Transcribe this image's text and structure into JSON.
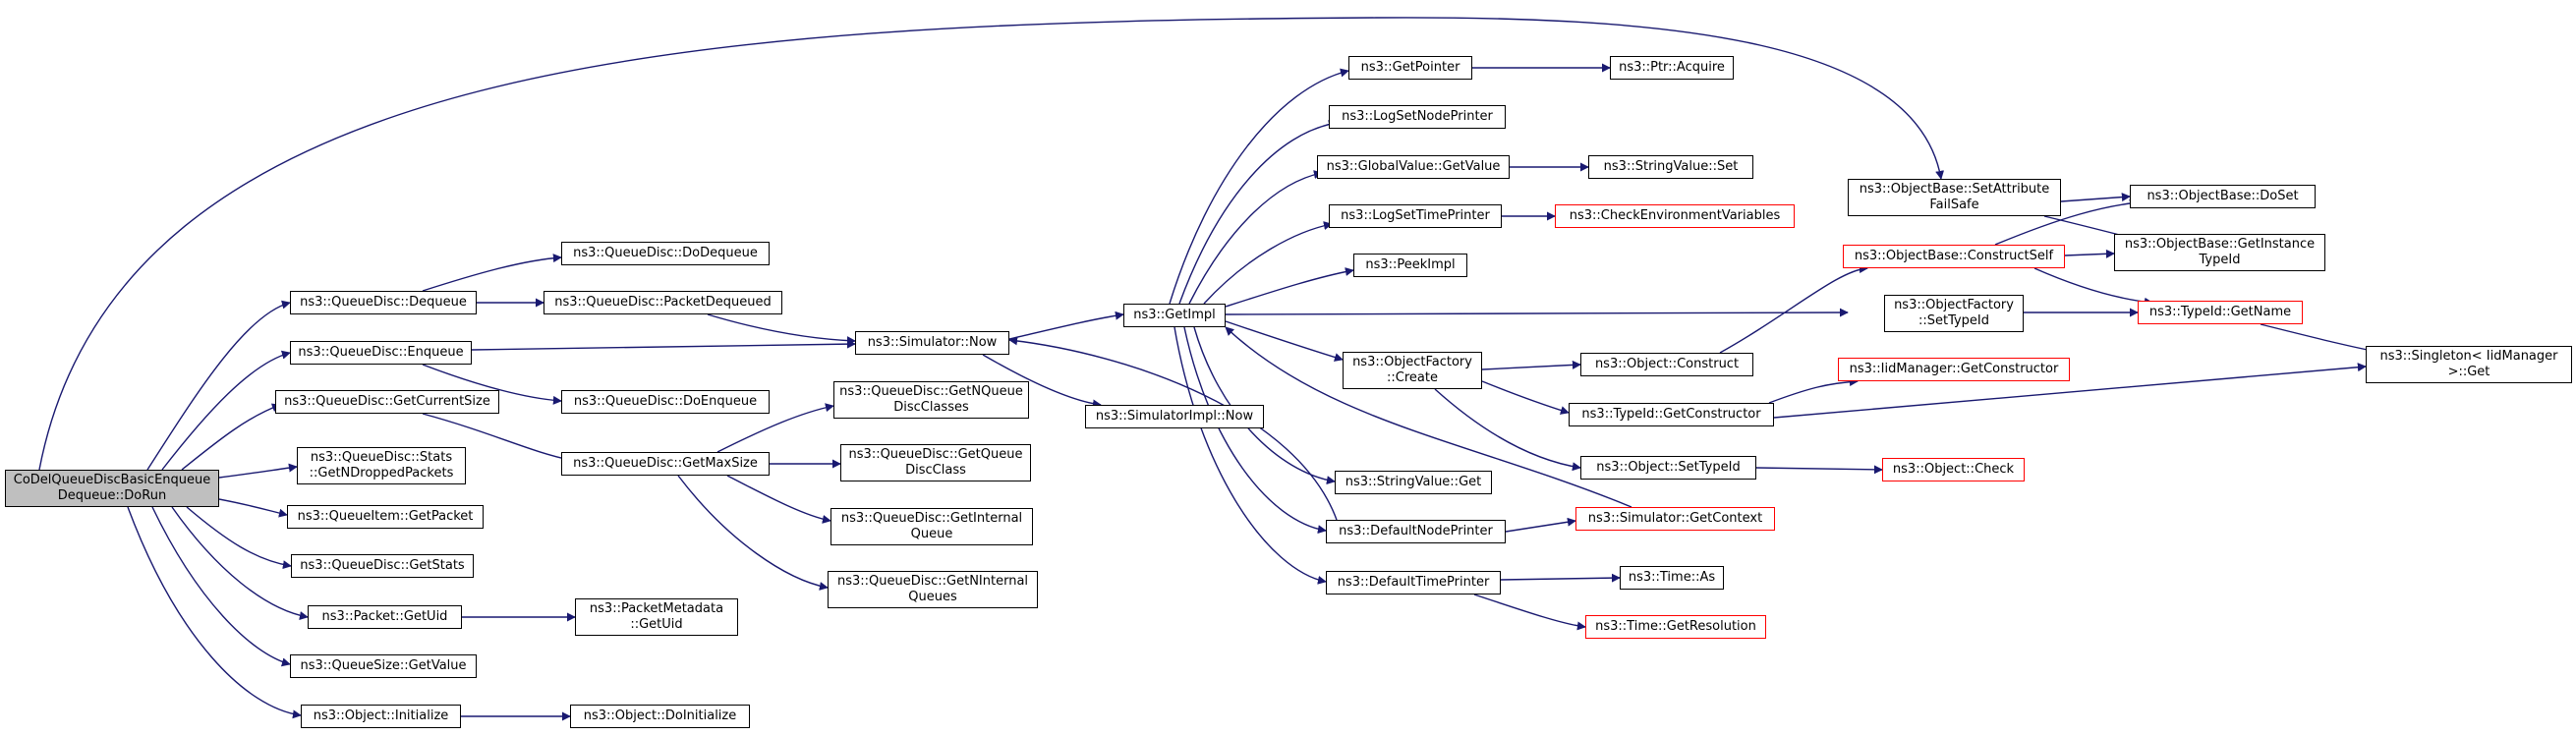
{
  "colors": {
    "edge": "#191970",
    "border": "#000000",
    "truncated_border": "#ff0000",
    "root_fill": "#bfbfbf"
  },
  "nodes": {
    "root": "CoDelQueueDiscBasicEnqueue\nDequeue::DoRun",
    "qd_dequeue": "ns3::QueueDisc::Dequeue",
    "qd_enqueue": "ns3::QueueDisc::Enqueue",
    "qd_getcurrentsize": "ns3::QueueDisc::GetCurrentSize",
    "qd_stats": "ns3::QueueDisc::Stats\n::GetNDroppedPackets",
    "qi_getpacket": "ns3::QueueItem::GetPacket",
    "qd_getstats": "ns3::QueueDisc::GetStats",
    "packet_getuid": "ns3::Packet::GetUid",
    "qs_getvalue": "ns3::QueueSize::GetValue",
    "object_initialize": "ns3::Object::Initialize",
    "qd_dodequeue": "ns3::QueueDisc::DoDequeue",
    "qd_packetdequeued": "ns3::QueueDisc::PacketDequeued",
    "qd_doenqueue": "ns3::QueueDisc::DoEnqueue",
    "qd_getmaxsize": "ns3::QueueDisc::GetMaxSize",
    "pm_getuid": "ns3::PacketMetadata\n::GetUid",
    "object_doinitialize": "ns3::Object::DoInitialize",
    "sim_now": "ns3::Simulator::Now",
    "simimpl_now": "ns3::SimulatorImpl::Now",
    "qd_getnqueuediscclasses": "ns3::QueueDisc::GetNQueue\nDiscClasses",
    "qd_getqueuediscclass": "ns3::QueueDisc::GetQueue\nDiscClass",
    "qd_getinternalqueue": "ns3::QueueDisc::GetInternal\nQueue",
    "qd_getninternalqueues": "ns3::QueueDisc::GetNInternal\nQueues",
    "getimpl": "ns3::GetImpl",
    "getpointer": "ns3::GetPointer",
    "ptr_acquire": "ns3::Ptr::Acquire",
    "logsetnodeprinter": "ns3::LogSetNodePrinter",
    "gv_getvalue": "ns3::GlobalValue::GetValue",
    "sv_set": "ns3::StringValue::Set",
    "logsettimeprinter": "ns3::LogSetTimePrinter",
    "checkenv": "ns3::CheckEnvironmentVariables",
    "peekimpl": "ns3::PeekImpl",
    "of_create": "ns3::ObjectFactory\n::Create",
    "object_construct": "ns3::Object::Construct",
    "typeid_getconstructor": "ns3::TypeId::GetConstructor",
    "iidmanager_getconstructor": "ns3::IidManager::GetConstructor",
    "object_settypeid": "ns3::Object::SetTypeId",
    "object_check": "ns3::Object::Check",
    "sv_get": "ns3::StringValue::Get",
    "defaultnodeprinter": "ns3::DefaultNodePrinter",
    "sim_getcontext": "ns3::Simulator::GetContext",
    "defaulttimeprinter": "ns3::DefaultTimePrinter",
    "time_as": "ns3::Time::As",
    "time_getresolution": "ns3::Time::GetResolution",
    "ob_setattributefailsafe": "ns3::ObjectBase::SetAttribute\nFailSafe",
    "ob_doset": "ns3::ObjectBase::DoSet",
    "ob_getinstancetypeid": "ns3::ObjectBase::GetInstance\nTypeId",
    "ob_constructself": "ns3::ObjectBase::ConstructSelf",
    "of_settypeid": "ns3::ObjectFactory\n::SetTypeId",
    "typeid_getname": "ns3::TypeId::GetName",
    "singleton_get": "ns3::Singleton< IidManager\n>::Get"
  }
}
